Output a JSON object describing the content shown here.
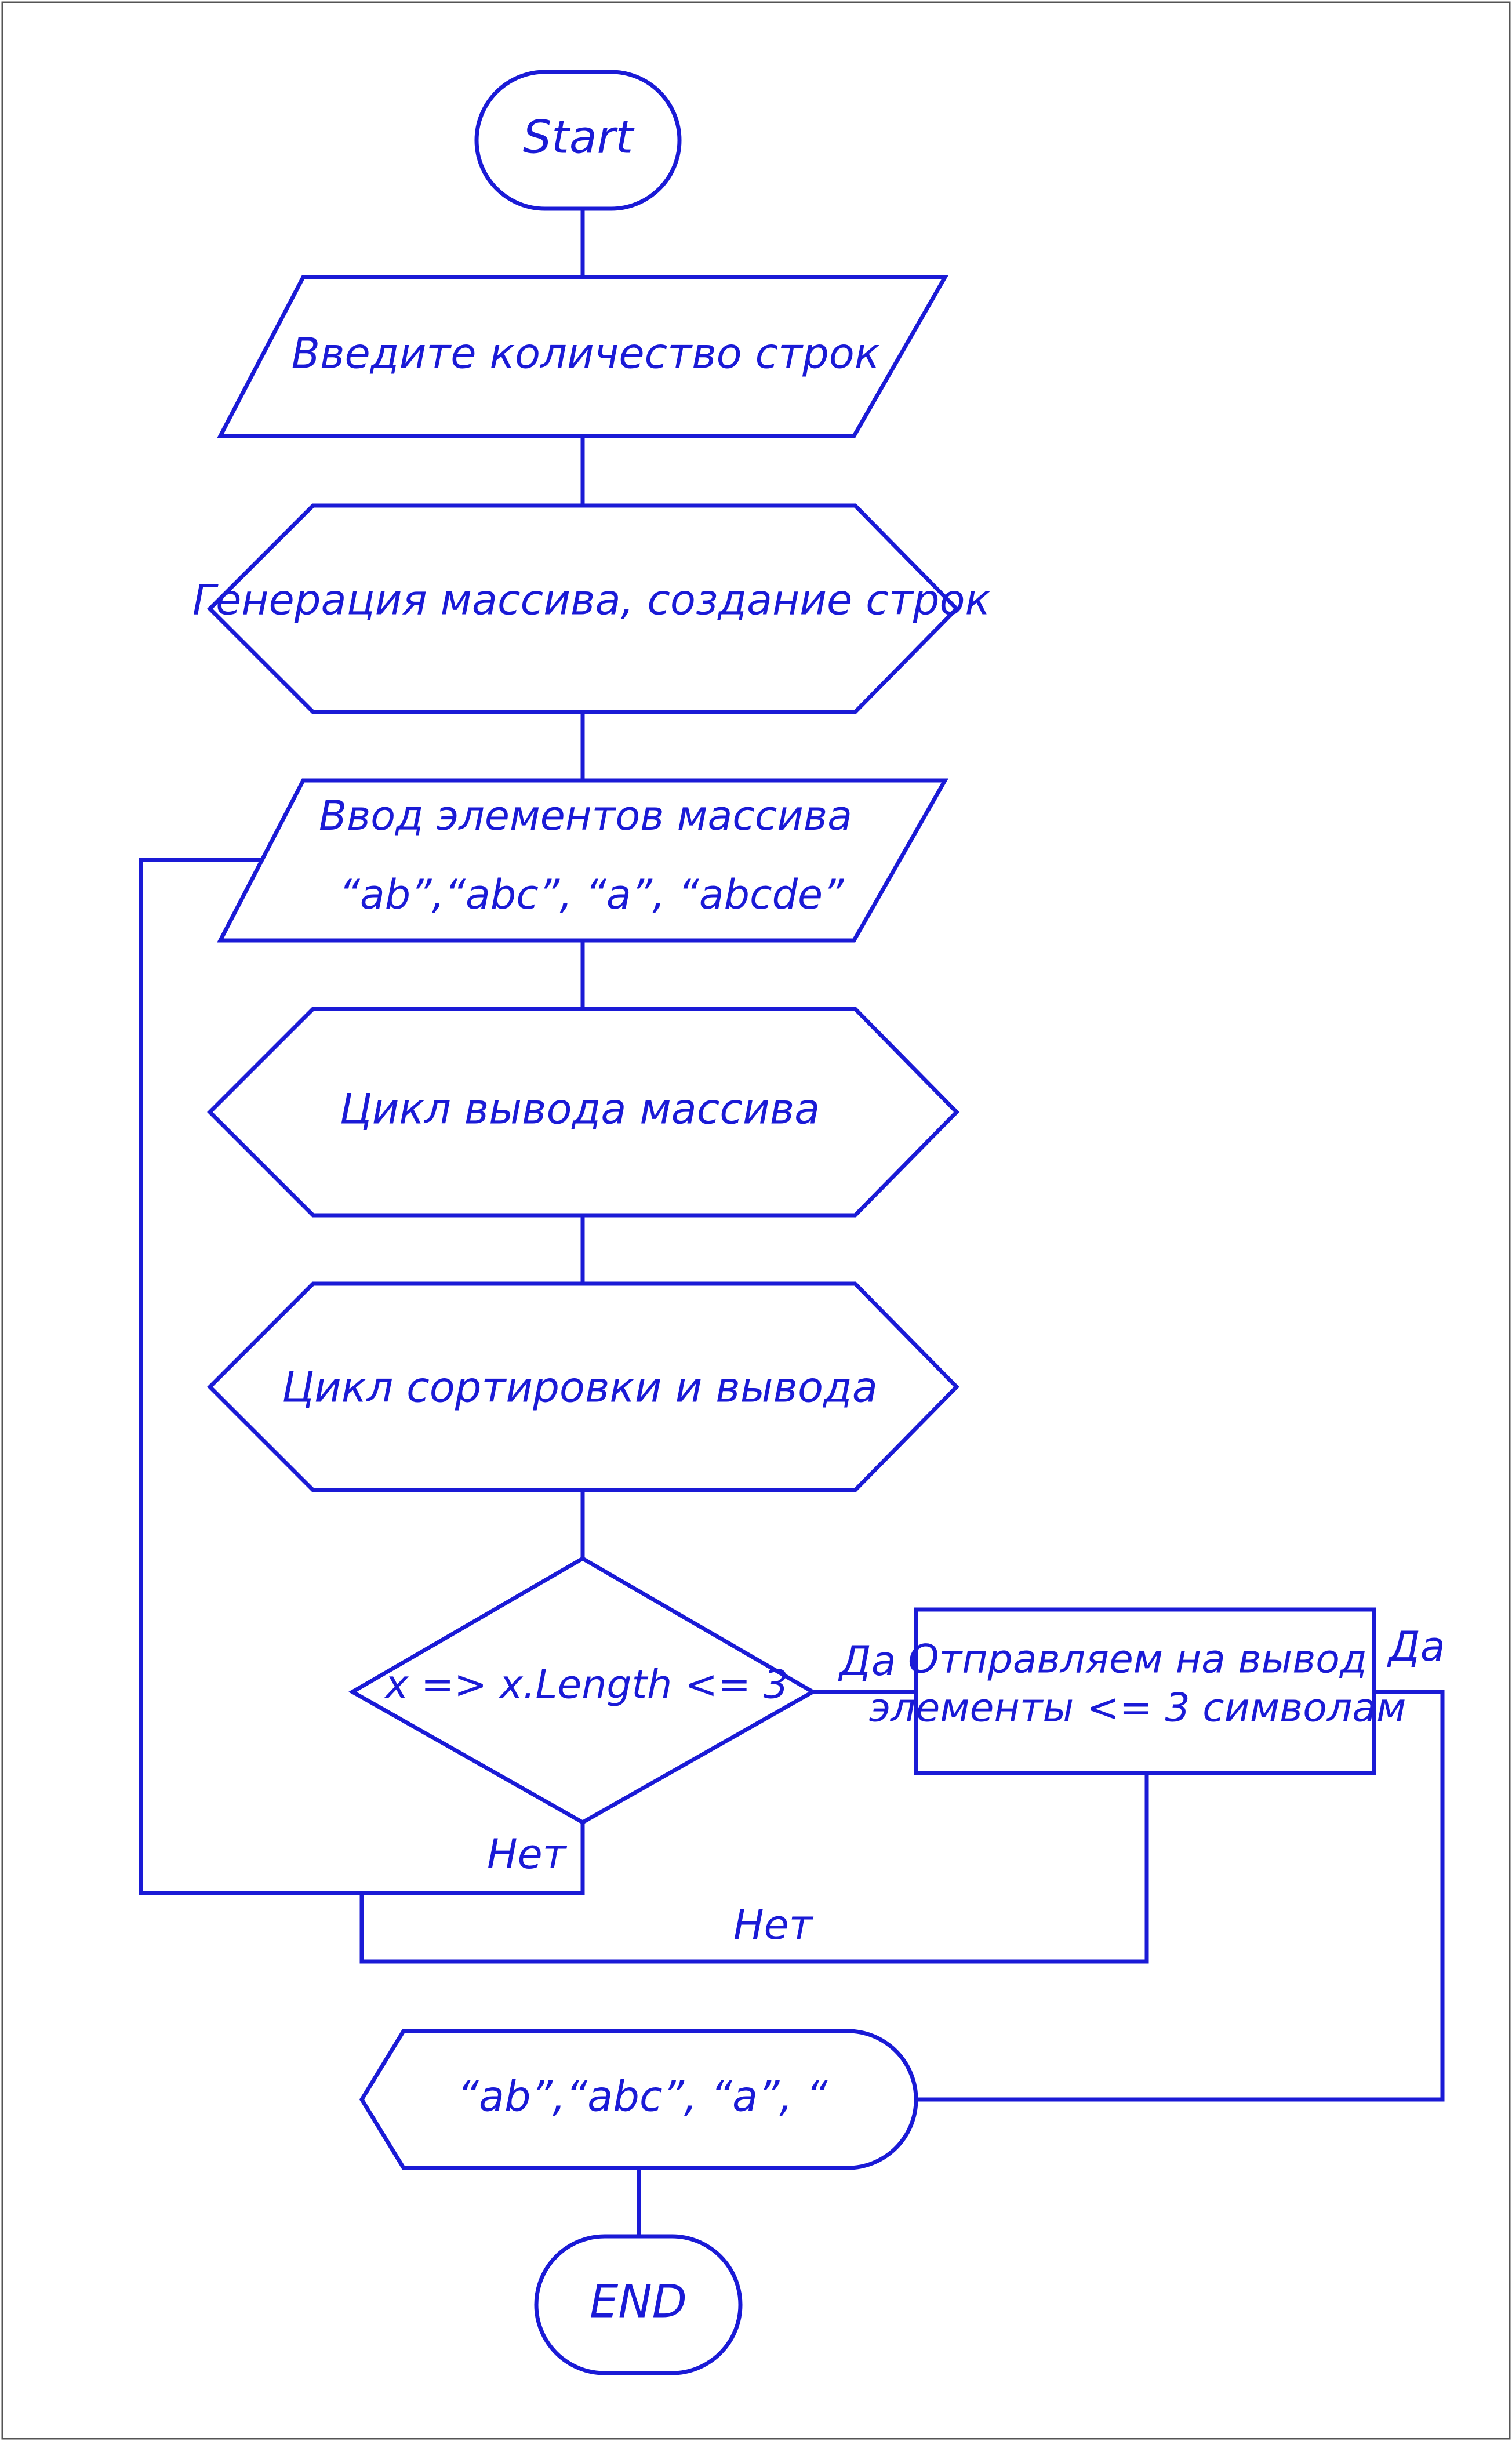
{
  "colors": {
    "stroke": "#1a1ad6",
    "text": "#1a1ad6",
    "background": "#ffffff"
  },
  "nodes": {
    "start": "Start",
    "input_count": "Введите количество строк",
    "generate": "Генерация массива, создание строк",
    "input_elements_line1": "Ввод элементов массива",
    "input_elements_line2": "“ab”,“abc”, “a”, “abcde”",
    "output_loop": "Цикл вывода массива",
    "sort_loop": "Цикл сортировки и вывода",
    "condition": "x => x.Length <= 3",
    "send_line1": "Отправляем на вывод",
    "send_line2": "элементы <= 3 символам",
    "display": "“ab”,“abc”, “a”, “",
    "end": "END"
  },
  "edge_labels": {
    "condition_yes": "Да",
    "send_yes": "Да",
    "condition_no": "Нет",
    "send_no": "Нет"
  }
}
